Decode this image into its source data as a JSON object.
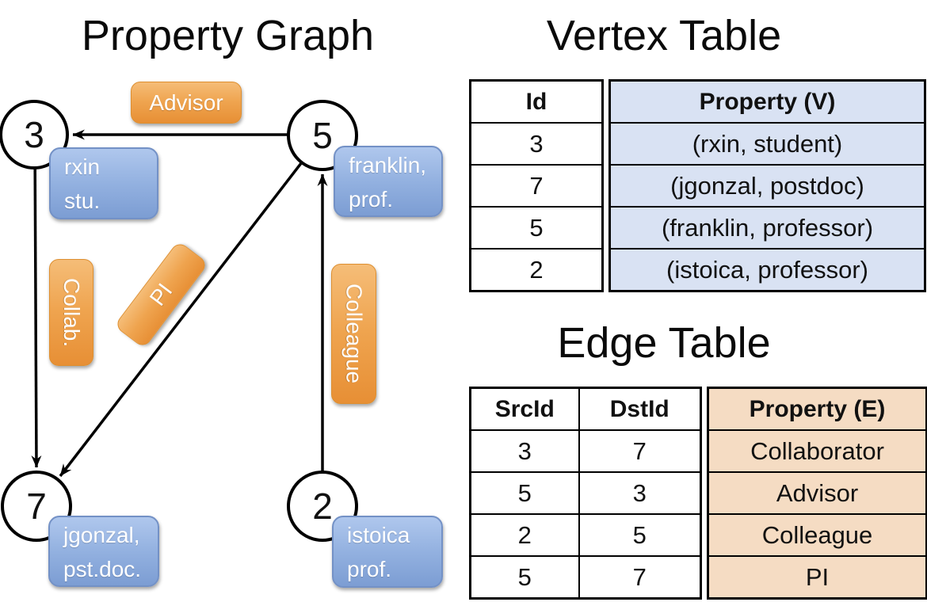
{
  "graph": {
    "title": "Property Graph",
    "vertices": [
      {
        "id": "3",
        "property_line1": "rxin",
        "property_line2": "stu."
      },
      {
        "id": "5",
        "property_line1": "franklin,",
        "property_line2": "prof."
      },
      {
        "id": "2",
        "property_line1": "istoica",
        "property_line2": "prof."
      },
      {
        "id": "7",
        "property_line1": "jgonzal,",
        "property_line2": "pst.doc."
      }
    ],
    "edge_labels": {
      "advisor": "Advisor",
      "collab": "Collab.",
      "pi": "PI",
      "colleague": "Colleague"
    }
  },
  "vertex_table": {
    "title": "Vertex Table",
    "columns": {
      "id": "Id",
      "property": "Property (V)"
    },
    "rows": [
      {
        "id": "3",
        "property": "(rxin, student)"
      },
      {
        "id": "7",
        "property": "(jgonzal, postdoc)"
      },
      {
        "id": "5",
        "property": "(franklin, professor)"
      },
      {
        "id": "2",
        "property": "(istoica, professor)"
      }
    ]
  },
  "edge_table": {
    "title": "Edge Table",
    "columns": {
      "src": "SrcId",
      "dst": "DstId",
      "property": "Property (E)"
    },
    "rows": [
      {
        "src": "3",
        "dst": "7",
        "property": "Collaborator"
      },
      {
        "src": "5",
        "dst": "3",
        "property": "Advisor"
      },
      {
        "src": "2",
        "dst": "5",
        "property": "Colleague"
      },
      {
        "src": "5",
        "dst": "7",
        "property": "PI"
      }
    ]
  },
  "colors": {
    "edge_label_orange": "#EFA44F",
    "vertex_property_blue": "#93B1E0",
    "vertex_table_fill": "#D9E2F3",
    "edge_table_fill": "#F5DCC3",
    "line_color": "#000000"
  }
}
